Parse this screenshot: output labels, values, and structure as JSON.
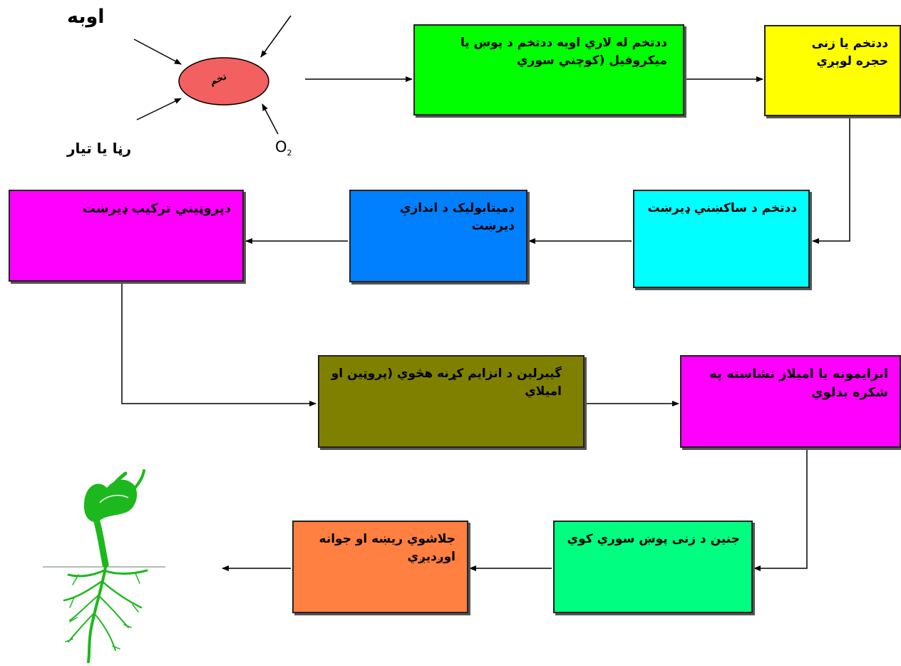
{
  "inputs": {
    "water": "اوبه",
    "light": "رڼا يا تیار",
    "oxygen": "O",
    "oxygen_sub": "2",
    "seed": "تخم"
  },
  "boxes": {
    "b1": "ددتخم له لاري اوبه ددتخم د پوښ يا ميکروفيل (کوچني سوري",
    "b2": "ددتخم يا زنی حجره لوېږي",
    "b3": "ددتخم د ساکښني ډيرښت",
    "b4": "دميتابوليک د اندازې ديرښت",
    "b5": "دپروټيني ترکيب ډيرښت",
    "b6": "گيبرلين د انزايم کړنه هڅوي (پروټين او اميلاي",
    "b7": "انزايمونه يا اميلاز نشاسته په شکره بدلوي",
    "b8": "جنين د زنی پوښ سوري کوي",
    "b9": "جلاشوي ريښه او جوانه اوږديږي"
  },
  "colors": {
    "b1": "#00ff00",
    "b2": "#ffff00",
    "b3": "#00ffff",
    "b4": "#0080ff",
    "b5": "#ff00ff",
    "b6": "#808000",
    "b7": "#ff00ff",
    "b8": "#00ff80",
    "b9": "#ff8040",
    "seed": "#f26060",
    "plant": "#1db81d"
  }
}
